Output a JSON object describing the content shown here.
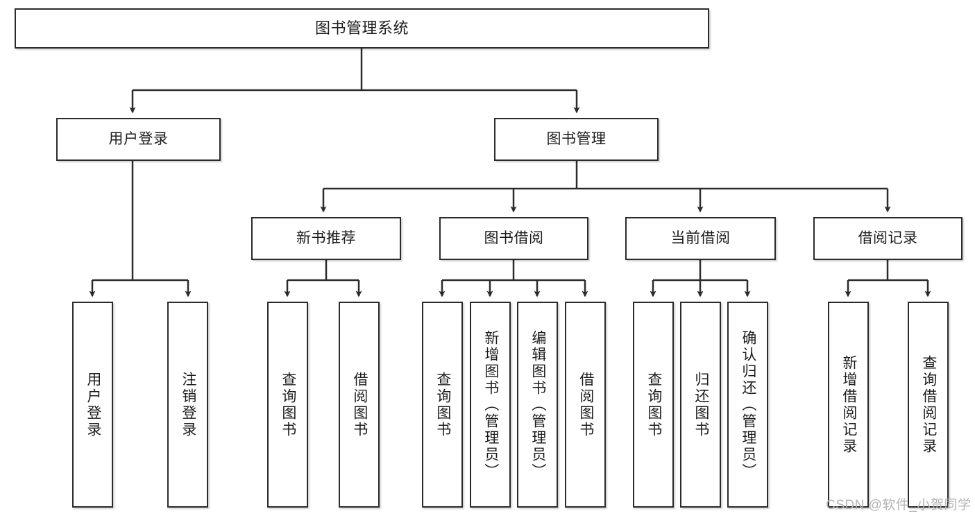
{
  "diagram": {
    "type": "tree-hierarchy-chart",
    "title": "图书管理系统",
    "stroke_color": "#2b2b2b",
    "background_color": "#ffffff",
    "text_color": "#1c1c1c",
    "levels": {
      "root": {
        "label": "图书管理系统"
      },
      "level2": [
        {
          "id": "user-login",
          "label": "用户登录"
        },
        {
          "id": "book-management",
          "label": "图书管理"
        }
      ],
      "level3": [
        {
          "id": "new-book-recommend",
          "label": "新书推荐",
          "parent": "book-management"
        },
        {
          "id": "book-borrow",
          "label": "图书借阅",
          "parent": "book-management"
        },
        {
          "id": "current-borrow",
          "label": "当前借阅",
          "parent": "book-management"
        },
        {
          "id": "borrow-record",
          "label": "借阅记录",
          "parent": "book-management"
        }
      ],
      "leaves": [
        {
          "id": "leaf-user-login",
          "label": "用户登录",
          "parent": "user-login"
        },
        {
          "id": "leaf-logout-login",
          "label": "注销登录",
          "parent": "user-login"
        },
        {
          "id": "leaf-query-book-1",
          "label": "查询图书",
          "parent": "new-book-recommend"
        },
        {
          "id": "leaf-borrow-book-1",
          "label": "借阅图书",
          "parent": "new-book-recommend"
        },
        {
          "id": "leaf-query-book-2",
          "label": "查询图书",
          "parent": "book-borrow"
        },
        {
          "id": "leaf-add-book",
          "label": "新增图书（管理员）",
          "parent": "book-borrow"
        },
        {
          "id": "leaf-edit-book",
          "label": "编辑图书（管理员）",
          "parent": "book-borrow"
        },
        {
          "id": "leaf-borrow-book-2",
          "label": "借阅图书",
          "parent": "book-borrow"
        },
        {
          "id": "leaf-query-book-3",
          "label": "查询图书",
          "parent": "current-borrow"
        },
        {
          "id": "leaf-return-book",
          "label": "归还图书",
          "parent": "current-borrow"
        },
        {
          "id": "leaf-confirm-return",
          "label": "确认归还（管理员）",
          "parent": "current-borrow"
        },
        {
          "id": "leaf-add-record",
          "label": "新增借阅记录",
          "parent": "borrow-record"
        },
        {
          "id": "leaf-query-record",
          "label": "查询借阅记录",
          "parent": "borrow-record"
        }
      ]
    }
  },
  "watermark": {
    "text": "CSDN @软件_小贺同学",
    "color": "#b4b4b4"
  }
}
